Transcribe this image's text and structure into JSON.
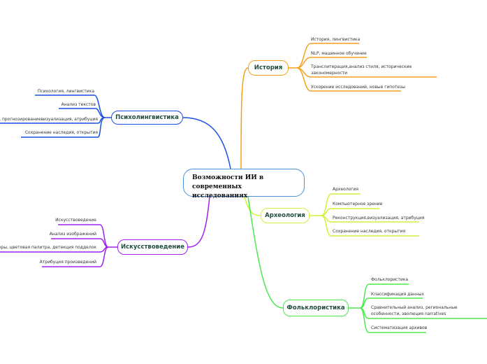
{
  "central": {
    "title": "Возможности ИИ в современных исследованиях"
  },
  "branches": {
    "history": {
      "label": "История",
      "color": "#f4a11a",
      "items": [
        "История, лингвистика",
        "NLP, машинное обучение",
        "Транслитерация,анализ стиля, исторические закономерности",
        "Ускорение исследований, новые гипотезы"
      ]
    },
    "psycho": {
      "label": "Психолингвистика",
      "color": "#1a4fe0",
      "items": [
        "Психология, лингвистика",
        "Анализ текстов",
        ", прогнозированиевизуализация, атрибуция",
        "Сохранение наследия, открытия"
      ]
    },
    "archaeo": {
      "label": "Археология",
      "color": "#d4f23a",
      "items": [
        "Археология",
        "Компьютерное зрение",
        "Реконструкция,визуализация, атрибуция",
        "Сохранение наследия, открытия"
      ]
    },
    "art": {
      "label": "Искусствоведение",
      "color": "#a020f0",
      "items": [
        "Искусствоведение",
        "Анализ изображений",
        "манеры, цветовая палитра, детекция подделок",
        "Атрибуция произведений"
      ]
    },
    "folk": {
      "label": "Фольклористика",
      "color": "#4de84d",
      "items": [
        "Фольклористика",
        "Классификация данных",
        "Сравнительный анализ, региональные особенности, эволюция narratives",
        "Систематизация архивов"
      ]
    }
  }
}
